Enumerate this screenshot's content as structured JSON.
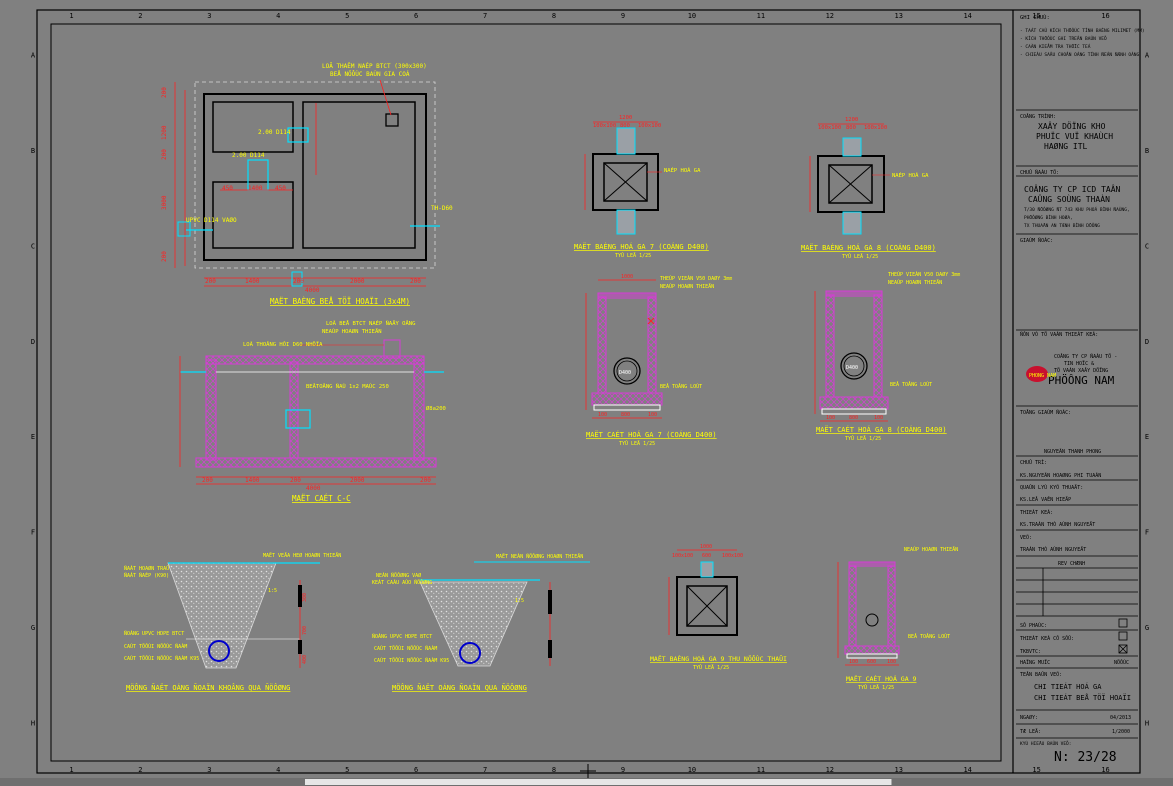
{
  "grid": {
    "cols": [
      "1",
      "2",
      "3",
      "4",
      "5",
      "6",
      "7",
      "8",
      "9",
      "10",
      "11",
      "12",
      "13",
      "14",
      "15",
      "16"
    ],
    "rows": [
      "A",
      "B",
      "C",
      "D",
      "E",
      "F",
      "G",
      "H"
    ]
  },
  "colors": {
    "background": "#808080",
    "frame": "#000000",
    "wall": "#d63cd6",
    "dimension": "#ff2020",
    "pipe": "#00e0ff",
    "rebar": "#ffff00",
    "outline": "#ffffff",
    "gravel": "#cfcfcf"
  },
  "drawings": {
    "tank_plan": {
      "title": "MAËT BAÈNG BEÅ TÖÏ HOAÏI (3x4M)",
      "callout_1": "LOÃ THAÊM NAÉP BTCT (300x300)",
      "callout_2": "BEÅ NÖÔÙC BAÙN GIA COÁ",
      "label_pipe_1": "2.00 D114",
      "label_pipe_2": "2.00 D114",
      "label_inlet": "UPVC D114 VAØO",
      "label_outlet": "TH-D60",
      "dims_bottom": [
        "200",
        "1400",
        "200",
        "2000",
        "200"
      ],
      "dim_total": "4000",
      "dims_left": [
        "200",
        "1200",
        "200",
        "3000",
        "200"
      ],
      "dims_inner": [
        "450",
        "1400",
        "450"
      ]
    },
    "tank_section": {
      "title": "MAËT CAÉT C-C",
      "note_1": "LOÃ BEÅ BTCT NAÉP ÑAÄY OÂNG",
      "note_2": "NEAÙP HOAØN THIEÄN",
      "note_3": "LOÃ THOÂNG HÔI D60 NHÖÏA",
      "note_4": "BEÂTOÂNG ÑAÙ 1x2 MAÙC 250",
      "dims_bottom": [
        "200",
        "1400",
        "200",
        "2000",
        "200"
      ],
      "dim_total": "4000",
      "label_rebar": "Ø8a200"
    },
    "pit7_plan": {
      "title": "MAËT BAÈNG HOÁ GA 7 (COÁNG D400)",
      "scale": "TYÛ LEÄ 1/25",
      "callout": "NAÉP HOÁ GA",
      "dim_top": "1200",
      "dims_top_split": [
        "100x100",
        "800",
        "100x100"
      ]
    },
    "pit8_plan": {
      "title": "MAËT BAÈNG HOÁ GA 8 (COÁNG D400)",
      "scale": "TYÛ LEÄ 1/25",
      "callout": "NAÉP HOÁ GA",
      "dim_top": "1200",
      "dims_top_split": [
        "100x100",
        "800",
        "100x100"
      ]
    },
    "pit7_section": {
      "title": "MAËT CAÉT HOÁ GA 7 (COÁNG D400)",
      "scale": "TYÛ LEÄ 1/25",
      "note_1": "THEÙP VIEÀN V50 DAØY 3mm",
      "note_2": "NEAÙP HOAØN THIEÄN",
      "note_3": "BEÂ TOÂNG LOÙT",
      "pipe_label": "D400",
      "dims_bottom": [
        "100",
        "800",
        "100"
      ],
      "dim_top": "1000"
    },
    "pit8_section": {
      "title": "MAËT CAÉT HOÁ GA 8 (COÁNG D400)",
      "scale": "TYÛ LEÄ 1/25",
      "note_1": "THEÙP VIEÀN V50 DAØY 3mm",
      "note_2": "NEAÙP HOAØN THIEÄN",
      "note_3": "BEÂ TOÂNG LOÙT",
      "pipe_label": "D400",
      "dims_bottom": [
        "100",
        "800",
        "100"
      ]
    },
    "trench_road": {
      "title": "MÖÔNG ÑAËT OÁNG ÑOAÏN KHOÂNG QUA ÑÖÔØNG",
      "top_note": "MAËT VEÄA HEØ HOAØN THIEÄN",
      "notes": [
        "ÑAÁT HOAØN TRAÛ",
        "ÑAÁT ÑAÉP (K90)",
        "ÑOÁNG UPVC HDPE BTCT",
        "CAÙT TÖÔÙI NÖÔÙC ÑAÀM",
        "CAÙT TÖÔÙI NÖÔÙC ÑAÀM K95"
      ],
      "dims": [
        "300",
        "700",
        "400"
      ],
      "slope": "1:5"
    },
    "trench_street": {
      "title": "MÖÔNG ÑAËT OÁNG ÑOAÏN QUA ÑÖÔØNG",
      "top_note": "MAËT NEÀN ÑÖÔØNG HOAØN THIEÄN",
      "notes": [
        "NEÀN ÑÖÔØNG VAØ",
        "KEÁT CAÁU AÙO ÑÖÔØNG",
        "ÑOÁNG UPVC HDPE BTCT",
        "CAÙT TÖÔÙI NÖÔÙC ÑAÀM",
        "CAÙT TÖÔÙI NÖÔÙC ÑAÀM K95"
      ],
      "slope": "1:5"
    },
    "pit9_plan": {
      "title": "MAËT BAÈNG HOÁ GA 9 THU NÖÔÙC THAÛI",
      "scale": "TYÛ LEÄ 1/25",
      "dim_top": "1000",
      "dims_top_split": [
        "100x100",
        "600",
        "100x100"
      ]
    },
    "pit9_section": {
      "title": "MAËT CAÉT HOÁ GA 9",
      "scale": "TYÛ LEÄ 1/25",
      "note_1": "NEAÙP HOAØN THIEÄN",
      "note_2": "BEÂ TOÂNG LOÙT",
      "dims_bottom": [
        "100",
        "600",
        "100"
      ]
    }
  },
  "title_block": {
    "ghi_chu_head": "GHI CHUÙ:",
    "ghi_chu_lines": [
      "- TAÁT CAÛ KÍCH THÖÔÙC TÍNH BAÈNG MILIMET (MM)",
      "- KÍCH THÖÔÙC GHI TREÂN BAÛN VEÕ",
      "- CAÀN KIEÅM TRA THÖÏC TEÁ",
      "- CHIEÀU SAÂU CHOÂN OÁNG TÍNH ÑEÁN ÑÆNH OÁNG"
    ],
    "project_head": "COÂNG TRÌNH:",
    "project_lines": [
      "XAÂY DÖÏNG KHO",
      "PHUÏC VUÏ KHAÙCH",
      "HAØNG ITL"
    ],
    "investor_head": "CHUÛ ÑAÀU TÖ:",
    "investor_lines": [
      "COÂNG TY CP ICD TAÂN",
      "CAÛNG SOÙNG THAÀN",
      "T/30 ÑÖÔØNG ÑT 743 KHU PHOÁ BÌNH ÑAÙNG,",
      "PHÖÔØNG BÌNH HOØA,",
      "TX THUAÄN AN TÆNH BÌNH DÖÔNG"
    ],
    "sign_head": "GIAÙM ÑOÁC:",
    "consultant_head": "ÑÔN VÒ TÖ VAÁN THIEÁT KEÁ:",
    "consultant_lines": [
      "COÂNG TY CP ÑAÀU TÖ -",
      "TIN HOÏC &",
      "TÖ VAÁN XAÂY DÖÏNG"
    ],
    "consultant_name": "PHÖÔNG NAM",
    "consultant_logo": "PHONG NAM",
    "director_head": "TOÅNG GIAÙM ÑOÁC:",
    "director_name": "NGUYEÃN THANH PHONG",
    "chu_tri_head": "CHUÛ TRÌ:",
    "chu_tri_name": "KS.NGUYEÃN HOAØNG PHI TUAÁN",
    "qlky_head": "QUAÛN LYÙ KYÕ THUAÄT:",
    "qlky_name": "KS.LEÂ VAÊN HIEÄP",
    "thiet_ke_head": "THIEÁT KEÁ:",
    "thiet_ke_name": "KS.TRAÀN THÒ AÙNH NGUYEÄT",
    "ve_head": "VEÕ:",
    "ve_name": "TRAÀN THÒ AÙNH NGUYEÄT",
    "revision_head": "REV CHÆNH",
    "revision_rows": [
      "",
      "",
      "",
      ""
    ],
    "phase_rows": [
      {
        "label": "SÔ PHAÙC:",
        "checked": false
      },
      {
        "label": "THIEÁT KEÁ CÔ SÔÛ:",
        "checked": false
      },
      {
        "label": "TKBVTC:",
        "checked": true
      }
    ],
    "hang_muc_label": "HAÏNG MUÏC",
    "hang_muc_value": "NÖÔÙC",
    "sheet_name_head": "TEÂN BAÛN VEÕ:",
    "sheet_name_lines": [
      "CHI TIEÁT HOÁ GA",
      "CHI TIEÁT BEÅ TÖÏ HOAÏI"
    ],
    "date_label": "NGAØY:",
    "date_value": "04/2013",
    "scale_label": "TÆ LEÄ:",
    "scale_value": "1/2000",
    "code_label": "KYÙ HIEÄU BAÛN VEÕ:",
    "sheet_number": "N: 23/28"
  },
  "scroll": {
    "thumb_from": 0.26,
    "thumb_to": 0.76
  }
}
